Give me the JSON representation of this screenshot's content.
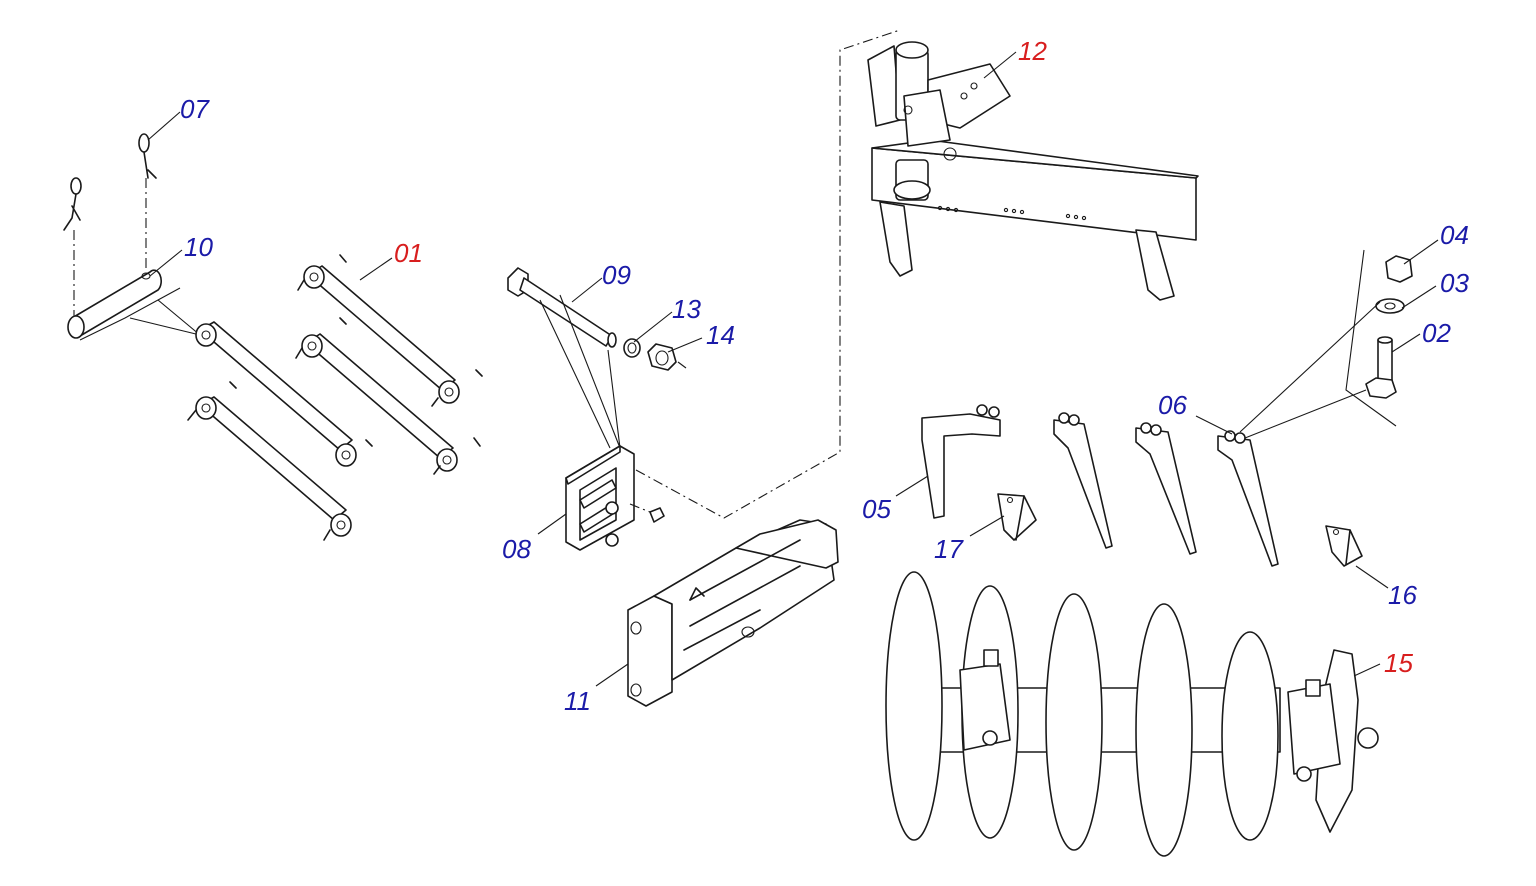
{
  "diagram": {
    "labels": [
      {
        "id": "01",
        "text": "01",
        "color": "#d81e1e"
      },
      {
        "id": "02",
        "text": "02",
        "color": "#1b1ba8"
      },
      {
        "id": "03",
        "text": "03",
        "color": "#1b1ba8"
      },
      {
        "id": "04",
        "text": "04",
        "color": "#1b1ba8"
      },
      {
        "id": "05",
        "text": "05",
        "color": "#1b1ba8"
      },
      {
        "id": "06",
        "text": "06",
        "color": "#1b1ba8"
      },
      {
        "id": "07",
        "text": "07",
        "color": "#1b1ba8"
      },
      {
        "id": "08",
        "text": "08",
        "color": "#1b1ba8"
      },
      {
        "id": "09",
        "text": "09",
        "color": "#1b1ba8"
      },
      {
        "id": "10",
        "text": "10",
        "color": "#1b1ba8"
      },
      {
        "id": "11",
        "text": "11",
        "color": "#1b1ba8"
      },
      {
        "id": "12",
        "text": "12",
        "color": "#d81e1e"
      },
      {
        "id": "13",
        "text": "13",
        "color": "#1b1ba8"
      },
      {
        "id": "14",
        "text": "14",
        "color": "#1b1ba8"
      },
      {
        "id": "15",
        "text": "15",
        "color": "#d81e1e"
      },
      {
        "id": "16",
        "text": "16",
        "color": "#1b1ba8"
      },
      {
        "id": "17",
        "text": "17",
        "color": "#1b1ba8"
      }
    ]
  }
}
